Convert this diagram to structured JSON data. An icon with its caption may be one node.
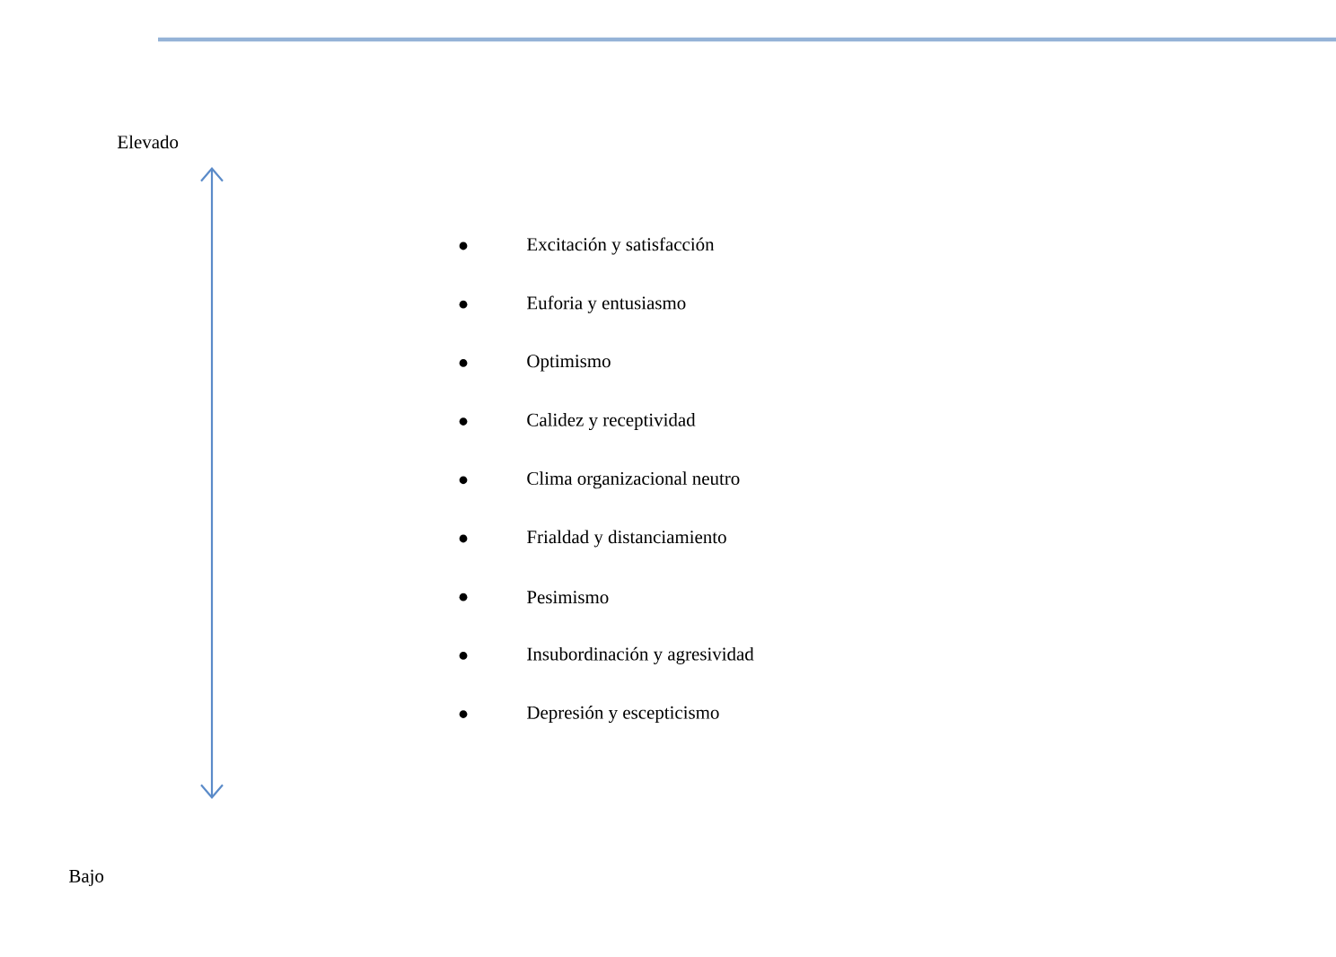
{
  "diagram": {
    "labels": [
      "Elevado",
      "Excitación y satisfacción",
      "Euforia y entusiasmo",
      "Optimismo",
      "Calidez y receptividad",
      "Clima organizacional neutro",
      "Frialdad y distanciamiento",
      "Pesimismo",
      "Insubordinación y agresividad",
      "Depresión y escepticismo",
      "Bajo"
    ]
  }
}
